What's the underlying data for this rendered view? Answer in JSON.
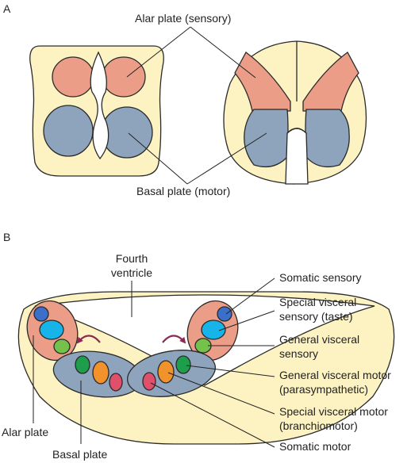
{
  "panels": {
    "a": "A",
    "b": "B"
  },
  "panel_a": {
    "alar_label": "Alar plate (sensory)",
    "basal_label": "Basal plate (motor)"
  },
  "panel_b": {
    "ventricle_line1": "Fourth",
    "ventricle_line2": "ventricle",
    "alar_plate": "Alar plate",
    "basal_plate": "Basal plate",
    "nuclei": [
      {
        "line1": "Somatic sensory",
        "line2": "",
        "color": "#3b6fc9"
      },
      {
        "line1": "Special visceral",
        "line2": "sensory (taste)",
        "color": "#17b4ea"
      },
      {
        "line1": "General visceral",
        "line2": "sensory",
        "color": "#74c24a"
      },
      {
        "line1": "General visceral motor",
        "line2": "(parasympathetic)",
        "color": "#1e9e4a"
      },
      {
        "line1": "Special visceral motor",
        "line2": "(branchiomotor)",
        "color": "#f2922a"
      },
      {
        "line1": "Somatic motor",
        "line2": "",
        "color": "#e0506a"
      }
    ]
  },
  "colors": {
    "tissue": "#fdf3c2",
    "alar": "#ec9d88",
    "basal": "#8ea3bc",
    "arrow": "#8a2a55"
  }
}
